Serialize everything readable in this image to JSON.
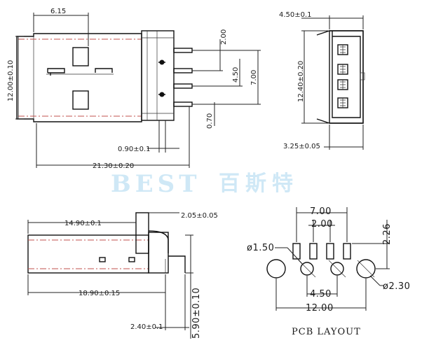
{
  "watermark": {
    "brand_latin": "BEST",
    "brand_cjk": "百斯特"
  },
  "top_view": {
    "width_dim": "6.15",
    "height_dim": "12.00±0.10",
    "pin_pitch": "2.00",
    "pin_span": "4.50",
    "pin_total": "7.00",
    "pin_width": "0.70",
    "pin_offset": "0.90±0.1",
    "length_dim": "21.30±0.20"
  },
  "end_view": {
    "width_dim": "4.50±0.1",
    "height_dim": "12.40±0.20",
    "base_dim": "3.25±0.05"
  },
  "side_view": {
    "depth_dim": "14.90±0.1",
    "tab_dim": "2.05±0.05",
    "length_dim": "18.90±0.15",
    "height_dim": "5.90±0.10",
    "pin_dim": "2.40±0.1"
  },
  "pcb_layout": {
    "caption": "PCB LAYOUT",
    "outer_span": "7.00",
    "pad_pitch": "2.00",
    "row_offset": "2.26",
    "small_hole": "ø1.50",
    "big_hole": "ø2.30",
    "inner_span": "4.50",
    "total_span": "12.00"
  }
}
